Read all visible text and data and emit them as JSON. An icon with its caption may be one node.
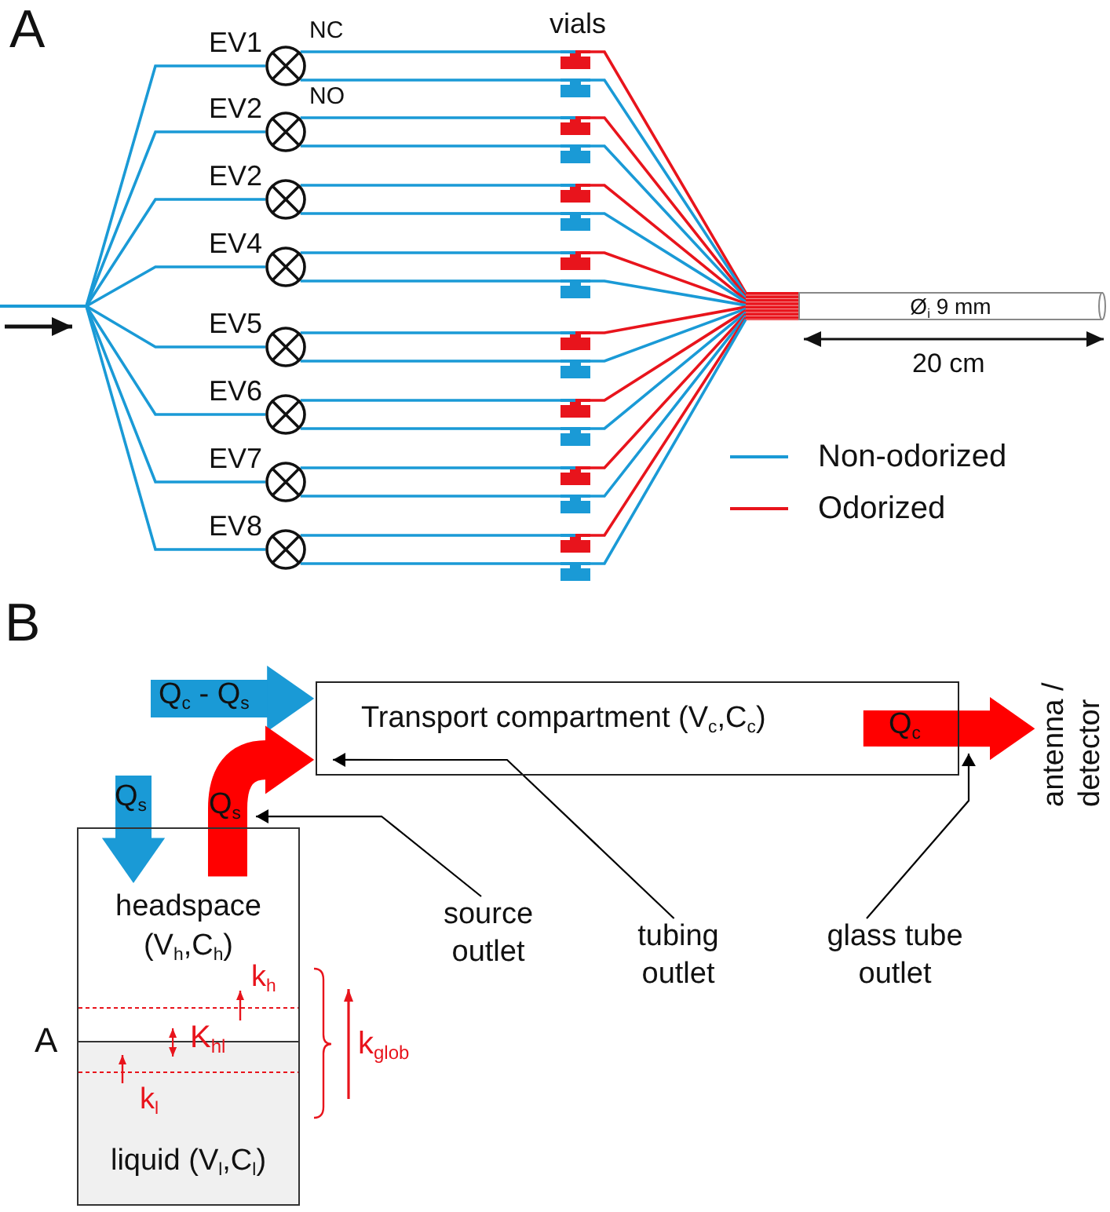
{
  "diagram": {
    "nodes": [
      {
        "text": [],
        "shape": "circle",
        "beside": [
          "EV1",
          "NC"
        ]
      },
      {
        "text": [],
        "shape": "circle",
        "beside": [
          "EV2",
          "NO"
        ]
      },
      {
        "text": [],
        "shape": "circle",
        "beside": [
          "EV2"
        ]
      },
      {
        "text": [],
        "shape": "circle",
        "beside": [
          "EV4"
        ]
      },
      {
        "text": [],
        "shape": "circle",
        "beside": [
          "EV5"
        ]
      },
      {
        "text": [],
        "shape": "circle",
        "beside": [
          "EV6"
        ]
      },
      {
        "text": [],
        "shape": "circle",
        "beside": [
          "EV7"
        ]
      },
      {
        "text": [],
        "shape": "circle",
        "beside": [
          "EV8"
        ]
      },
      {
        "text": [],
        "shape": "box"
      },
      {
        "text": [],
        "shape": "box"
      },
      {
        "text": [],
        "shape": "box"
      },
      {
        "text": [],
        "shape": "box"
      },
      {
        "text": [],
        "shape": "box"
      },
      {
        "text": [],
        "shape": "box"
      },
      {
        "text": [],
        "shape": "box"
      },
      {
        "text": [],
        "shape": "box"
      },
      {
        "text": [],
        "shape": "box"
      },
      {
        "text": [],
        "shape": "box"
      },
      {
        "text": [],
        "shape": "box"
      },
      {
        "text": [],
        "shape": "box"
      },
      {
        "text": [],
        "shape": "box"
      },
      {
        "text": [],
        "shape": "box"
      },
      {
        "text": [],
        "shape": "box"
      },
      {
        "text": [],
        "shape": "box"
      },
      {
        "text": [
          "Ø$_{i}$ 9 mm"
        ]
      },
      {
        "text": [
          "Transport compartment (V$_{c}$,C$_{c}$)"
        ]
      },
      {
        "text": [
          "headspace (V$_{h}$,C$_{h}$)"
        ]
      },
      {
        "text": [
          "liquid (V$_{l}$,C$_{l}$)"
        ]
      },
      {
        "text": [
          "antenna / detector"
        ]
      },
      {
        "text": [
          "source outlet"
        ]
      },
      {
        "text": [
          "tubing outlet"
        ]
      },
      {
        "text": [
          "glass tube outlet"
        ]
      }
    ],
    "edges": [
      {
        "from": null,
        "to": 0,
        "arrow": "none"
      },
      {
        "from": null,
        "to": 1,
        "arrow": "none"
      },
      {
        "from": null,
        "to": 2,
        "arrow": "none"
      },
      {
        "from": null,
        "to": 3,
        "arrow": "none"
      },
      {
        "from": null,
        "to": 4,
        "arrow": "none"
      },
      {
        "from": null,
        "to": 5,
        "arrow": "none"
      },
      {
        "from": null,
        "to": 6,
        "arrow": "none"
      },
      {
        "from": null,
        "to": 7,
        "arrow": "none"
      },
      {
        "from": 0,
        "to": 8,
        "arrow": "none"
      },
      {
        "from": 0,
        "to": 9,
        "arrow": "none"
      },
      {
        "from": 1,
        "to": 10,
        "arrow": "none"
      },
      {
        "from": 1,
        "to": 11,
        "arrow": "none"
      },
      {
        "from": 2,
        "to": 12,
        "arrow": "none"
      },
      {
        "from": 2,
        "to": 13,
        "arrow": "none"
      },
      {
        "from": 3,
        "to": 14,
        "arrow": "none"
      },
      {
        "from": 3,
        "to": 15,
        "arrow": "none"
      },
      {
        "from": 4,
        "to": 16,
        "arrow": "none"
      },
      {
        "from": 4,
        "to": 17,
        "arrow": "none"
      },
      {
        "from": 5,
        "to": 18,
        "arrow": "none"
      },
      {
        "from": 5,
        "to": 19,
        "arrow": "none"
      },
      {
        "from": 6,
        "to": 20,
        "arrow": "none"
      },
      {
        "from": 6,
        "to": 21,
        "arrow": "none"
      },
      {
        "from": 7,
        "to": 22,
        "arrow": "none"
      },
      {
        "from": 7,
        "to": 23,
        "arrow": "none"
      },
      {
        "from": 8,
        "to": 24,
        "arrow": "none",
        "color": "#e8141c"
      },
      {
        "from": 9,
        "to": 24,
        "arrow": "none"
      },
      {
        "from": 10,
        "to": 24,
        "arrow": "none",
        "color": "#e8141c"
      },
      {
        "from": 11,
        "to": 24,
        "arrow": "none"
      },
      {
        "from": 12,
        "to": 24,
        "arrow": "none",
        "color": "#e8141c"
      },
      {
        "from": 13,
        "to": 24,
        "arrow": "none"
      },
      {
        "from": 14,
        "to": 24,
        "arrow": "none",
        "color": "#e8141c"
      },
      {
        "from": 15,
        "to": 24,
        "arrow": "none"
      },
      {
        "from": 16,
        "to": 24,
        "arrow": "none",
        "color": "#e8141c"
      },
      {
        "from": 17,
        "to": 24,
        "arrow": "none"
      },
      {
        "from": 18,
        "to": 24,
        "arrow": "none",
        "color": "#e8141c"
      },
      {
        "from": 19,
        "to": 24,
        "arrow": "none"
      },
      {
        "from": 20,
        "to": 24,
        "arrow": "none",
        "color": "#e8141c"
      },
      {
        "from": 21,
        "to": 24,
        "arrow": "none"
      },
      {
        "from": 22,
        "to": 24,
        "arrow": "none",
        "color": "#e8141c"
      },
      {
        "from": 23,
        "to": 24,
        "arrow": "none"
      },
      {
        "from": null,
        "to": 25,
        "arrow": "to",
        "label": "Q$_{c}$ - Q$_{s}$",
        "style": "thick"
      },
      {
        "from": null,
        "to": 26,
        "arrow": "to",
        "label": "Q$_{s}$",
        "style": "thick"
      },
      {
        "from": 26,
        "to": 25,
        "arrow": "to",
        "label": "Q$_{s}$",
        "style": "thick",
        "color": "#ff0000"
      },
      {
        "from": 25,
        "to": 28,
        "arrow": "to",
        "label": "Q$_{c}$",
        "style": "thick",
        "color": "#ff0000"
      },
      {
        "from": 29,
        "to": 26,
        "arrow": "to",
        "color": "#000000"
      },
      {
        "from": 30,
        "to": 25,
        "arrow": "to",
        "color": "#000000"
      },
      {
        "from": 31,
        "to": 25,
        "arrow": "to",
        "color": "#000000"
      },
      {
        "from": 26,
        "to": 27,
        "arrow": "both",
        "label": "K$_{hl}$",
        "color": "#e8141c"
      }
    ],
    "labels": [
      "A",
      "vials",
      "20 cm",
      "B",
      "k$_{h}$",
      "A",
      "k$_{glob}$",
      "k$_{l}$"
    ],
    "legend": [
      {
        "text": "Non-odorized",
        "color": "#1a9ad6"
      },
      {
        "text": "Odorized",
        "color": "#e8141c"
      }
    ]
  }
}
